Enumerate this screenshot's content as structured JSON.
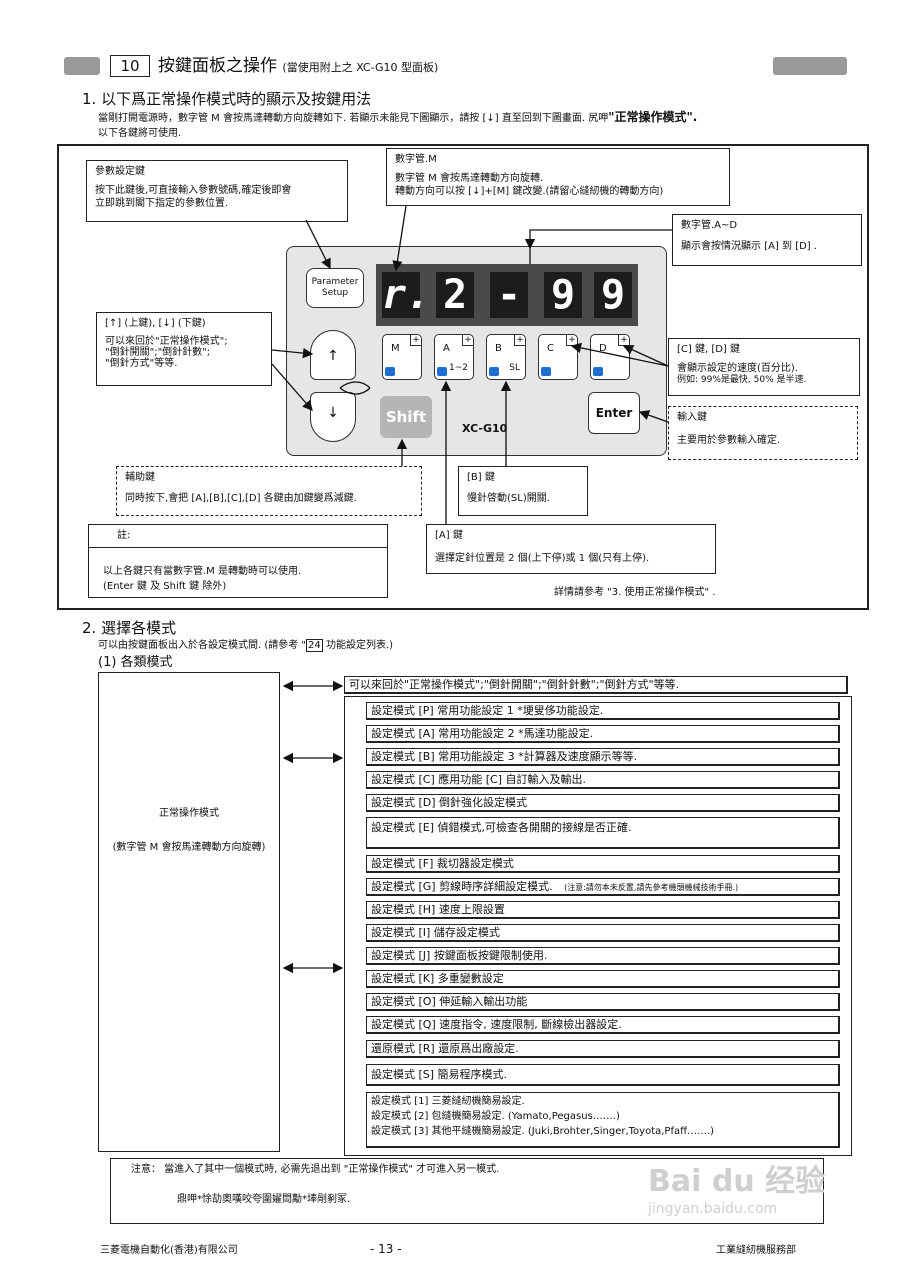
{
  "header": {
    "section_number": "10",
    "title": "按鍵面板之操作",
    "subtitle": "(當使用附上之  XC-G10  型面板)"
  },
  "section1": {
    "heading": "1. 以下爲正常操作模式時的顯示及按鍵用法",
    "intro_line1": "當剛打開電源時，數字管 M 會按馬達轉動方向旋轉如下. 若顯示未能見下圖顯示，請按 [↓] 直至回到下圖畫面. 尻呷",
    "intro_emph": "\"正常操作模式\".",
    "intro_line2": "以下各鍵將可使用."
  },
  "panel": {
    "param_button": "Parameter\nSetup",
    "digits": [
      "r.",
      "2",
      "-",
      "9",
      "9"
    ],
    "keys": [
      {
        "label": "M",
        "sub": ""
      },
      {
        "label": "A",
        "sub": "1~2"
      },
      {
        "label": "B",
        "sub": "SL"
      },
      {
        "label": "C",
        "sub": ""
      },
      {
        "label": "D",
        "sub": ""
      }
    ],
    "up_arrow": "↑",
    "down_arrow": "↓",
    "shift_label": "Shift",
    "model": "XC-G10",
    "enter_label": "Enter"
  },
  "callouts": {
    "param": {
      "title": "參數設定鍵",
      "line1": "按下此鍵後,可直接輸入參數號碼,確定後即會",
      "line2": "立即跳到閣下指定的參數位置."
    },
    "digit_m": {
      "title": "數字管.M",
      "line1": "數字管 M 會按馬達轉動方向旋轉.",
      "line2": "轉動方向可以按 [↓]+[M] 鍵改變.(請留心縫紉機的轉動方向)"
    },
    "digit_ad": {
      "title": "數字管.A~D",
      "line1": "顯示會按情況顯示 [A] 到 [D] ."
    },
    "updown": {
      "title": "[↑] (上鍵), [↓] (下鍵)",
      "line1": "可以來回於\"正常操作模式\";",
      "line2": "\"倒針開關\";\"倒針針數\";",
      "line3": "\"倒針方式\"等等."
    },
    "cd": {
      "title": "[C] 鍵, [D] 鍵",
      "line1": "會顯示設定的速度(百分比).",
      "line2": "例如: 99%是最快, 50% 是半速."
    },
    "enter": {
      "title": "輸入鍵",
      "line1": "主要用於參數輸入確定."
    },
    "shift": {
      "title": "輔助鍵",
      "line1": "同時按下,會把 [A],[B],[C],[D] 各鍵由加鍵變爲減鍵."
    },
    "b": {
      "title": "[B] 鍵",
      "line1": "慢針啓動(SL)開關."
    },
    "note": {
      "title": "註:",
      "line1": "以上各鍵只有當數字管.M 是轉動時可以使用.",
      "line2": "(Enter 鍵 及 Shift 鍵 除外)"
    },
    "a": {
      "title": "[A] 鍵",
      "line1": "選擇定針位置是 2 個(上下停)或 1 個(只有上停)."
    },
    "refer": "詳情請參考 \"3. 使用正常操作模式\" ."
  },
  "section2": {
    "heading": "2. 選擇各模式",
    "intro_pre": "可以由按鍵面板出入於各設定模式間. (請參考 \"",
    "intro_ref": "24",
    "intro_post": " 功能設定列表.)",
    "sub_heading": "(1) 各類模式",
    "normal_mode_title": "正常操作模式",
    "normal_mode_desc": "(數字管 M 會按馬達轉動方向旋轉)",
    "top_row": "可以來回於\"正常操作模式\";\"倒針開關\";\"倒針針數\";\"倒針方式\"等等.",
    "modes": [
      "設定模式 [P] 常用功能設定 1   *埂叟侈功能設定.",
      "設定模式 [A] 常用功能設定 2   *馬達功能設定.",
      "設定模式 [B] 常用功能設定 3   *計算器及速度顯示等等.",
      "設定模式 [C] 應用功能 [C]  自訂輸入及輸出.",
      "設定模式 [D] 倒針強化設定模式",
      "設定模式 [E] 偵錯模式,可檢查各開關的接線是否正確.",
      "設定模式 [F] 裁切器設定模式",
      "設定模式 [G] 剪線時序詳細設定模式.",
      "設定模式 [H] 速度上限設置",
      "設定模式 [I] 儲存設定模式",
      "設定模式 [J] 按鍵面板按鍵限制使用.",
      "設定模式 [K] 多重變數設定",
      "設定模式 [O] 伸延輸入輸出功能",
      "設定模式 [Q] 速度指令, 速度限制, 斷線檢出器設定.",
      "還原模式 [R] 還原爲出廠設定.",
      "設定模式 [S] 簡易程序模式."
    ],
    "mode_g_note": "(注意:請勿本未反置,請先參考機頭機械技術手冊.)",
    "simple_modes": [
      "設定模式 [1] 三菱縫紉機簡易設定.",
      "設定模式 [2] 包縫機簡易設定. (Yamato,Pegasus…….)",
      "設定模式 [3] 其他平縫機簡易設定. (Juki,Brohter,Singer,Toyota,Pfaff…….)"
    ]
  },
  "bottom_note": {
    "line1": "注意：  當進入了其中一個模式時,  必需先退出到 \"正常操作模式\" 才可進入另一模式.",
    "line2": "鼎呷*悇劼奧嘆咬夸圍嬥閊勱*埲剮剢冢."
  },
  "footer": {
    "left": "三菱電機自動化(香港)有限公司",
    "center": "- 13 -",
    "right": "工業縫紉機服務部"
  },
  "watermark": {
    "brand": "Bai du 经验",
    "url": "jingyan.baidu.com"
  }
}
